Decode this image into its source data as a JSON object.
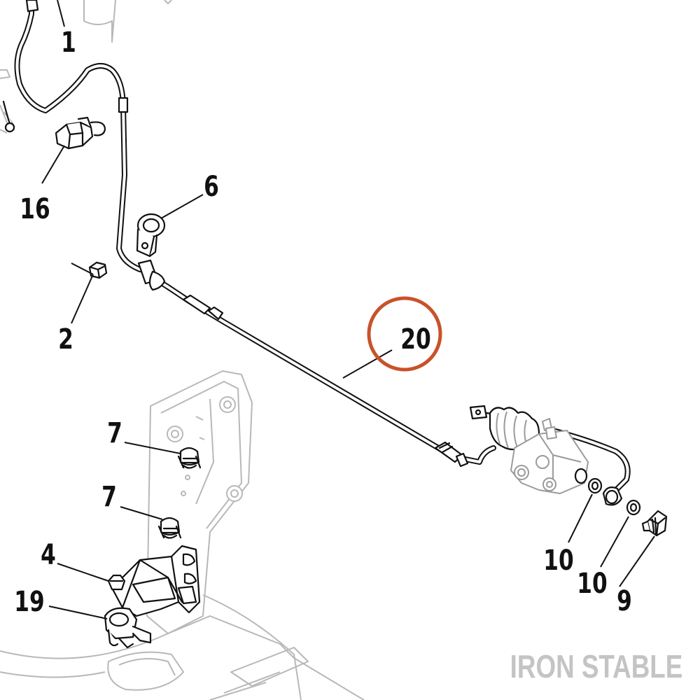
{
  "callouts": {
    "c1": "1",
    "c2": "2",
    "c4": "4",
    "c6": "6",
    "c7a": "7",
    "c7b": "7",
    "c9": "9",
    "c10a": "10",
    "c10b": "10",
    "c16": "16",
    "c19": "19",
    "c20": "20"
  },
  "highlight": {
    "callout": "20",
    "color": "#c8522a"
  },
  "watermark": {
    "text": "IRON STABLE"
  }
}
